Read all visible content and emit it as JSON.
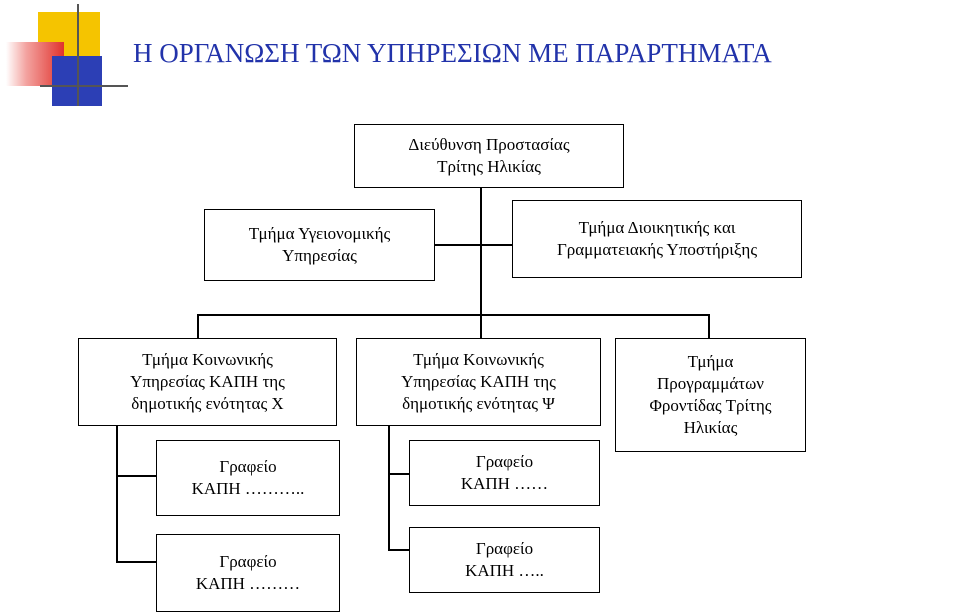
{
  "title": "Η ΟΡΓΑΝΩΣΗ ΤΩΝ ΥΠΗΡΕΣΙΩΝ ΜΕ ΠΑΡΑΡΤΗΜΑΤΑ",
  "colors": {
    "title": "#2233aa",
    "deco_yellow": "#f5c400",
    "deco_red": "#e0322d",
    "deco_blue": "#2c3fb5"
  },
  "boxes": {
    "director": [
      "Διεύθυνση Προστασίας",
      "Τρίτης Ηλικίας"
    ],
    "health": [
      "Τμήμα Υγειονομικής",
      "Υπηρεσίας"
    ],
    "admin": [
      "Τμήμα Διοικητικής και",
      "Γραμματειακής Υποστήριξης"
    ],
    "social_x": [
      "Τμήμα  Κοινωνικής",
      "Υπηρεσίας ΚΑΠΗ της",
      "δημοτικής ενότητας  Χ"
    ],
    "social_y": [
      "Τμήμα  Κοινωνικής",
      "Υπηρεσίας ΚΑΠΗ της",
      "δημοτικής ενότητας Ψ"
    ],
    "programs": [
      "Τμήμα",
      "Προγραμμάτων",
      "Φροντίδας Τρίτης",
      "Ηλικίας"
    ],
    "office_x1": [
      "Γραφείο",
      "ΚΑΠΗ ……….."
    ],
    "office_x2": [
      "Γραφείο",
      "ΚΑΠΗ ………"
    ],
    "office_y1": [
      "Γραφείο",
      "ΚΑΠΗ ……"
    ],
    "office_y2": [
      "Γραφείο",
      "ΚΑΠΗ ….."
    ]
  }
}
